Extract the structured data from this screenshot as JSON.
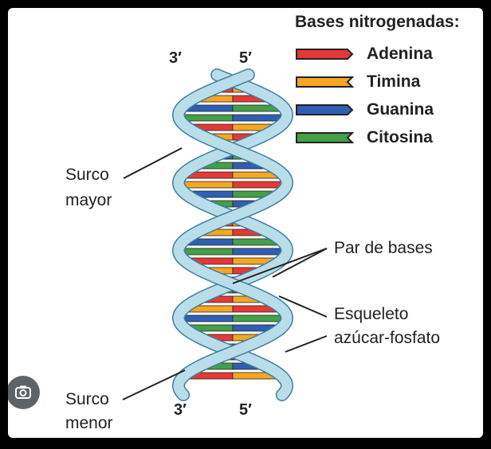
{
  "legend": {
    "title": "Bases nitrogenadas:",
    "items": [
      {
        "label": "Adenina",
        "color": "#e53935"
      },
      {
        "label": "Timina",
        "color": "#f5a623"
      },
      {
        "label": "Guanina",
        "color": "#2f5fb3"
      },
      {
        "label": "Citosina",
        "color": "#43a047"
      }
    ]
  },
  "ends": {
    "top_left": "3′",
    "top_right": "5′",
    "bottom_left": "3′",
    "bottom_right": "5′"
  },
  "labels": {
    "major_groove_line1": "Surco",
    "major_groove_line2": "mayor",
    "base_pair": "Par de bases",
    "backbone_line1": "Esqueleto",
    "backbone_line2": "azúcar-fosfato",
    "minor_groove_line1": "Surco",
    "minor_groove_line2": "menor"
  },
  "colors": {
    "backbone_fill": "#b9dde9",
    "backbone_stroke": "#3d7fa0"
  },
  "overlay_icon": "visual-search-icon"
}
